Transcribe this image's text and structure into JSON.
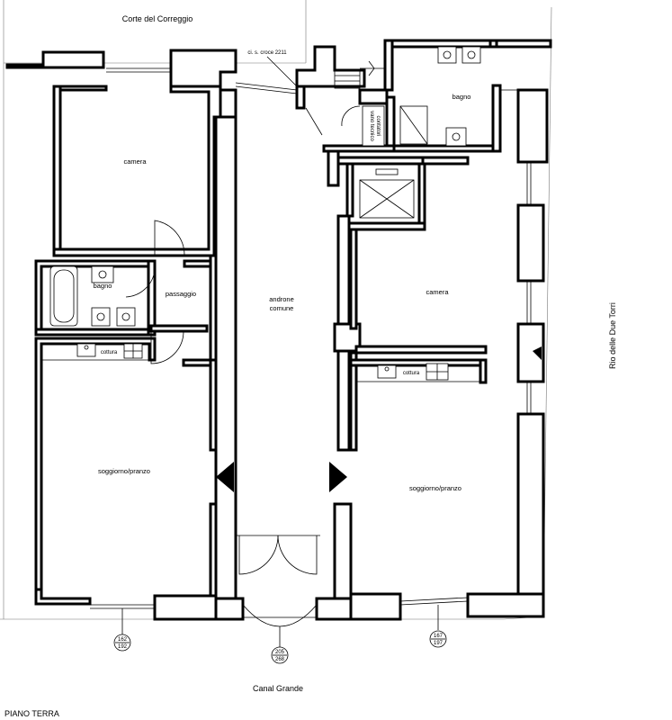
{
  "labels": {
    "corte": "Corte del Correggio",
    "civico": "ci. s. croce 2211",
    "bagno_top": "bagno",
    "vano_tecnico": "vano tecnico",
    "contatori": "contatori",
    "camera_left": "camera",
    "bagno_left": "bagno",
    "passaggio": "passaggio",
    "androne_1": "androne",
    "androne_2": "comune",
    "camera_right": "camera",
    "cottura_left": "cottura",
    "cottura_right": "cottura",
    "soggiorno_left": "soggiorno/pranzo",
    "soggiorno_right": "soggiorno/pranzo",
    "rio": "Rio delle Due Torri",
    "canal": "Canal Grande",
    "piano": "PIANO TERRA"
  },
  "levels": {
    "left": {
      "top": "162",
      "bottom": "192"
    },
    "center": {
      "top": "205",
      "bottom": "268"
    },
    "right": {
      "top": "167",
      "bottom": "197"
    }
  }
}
